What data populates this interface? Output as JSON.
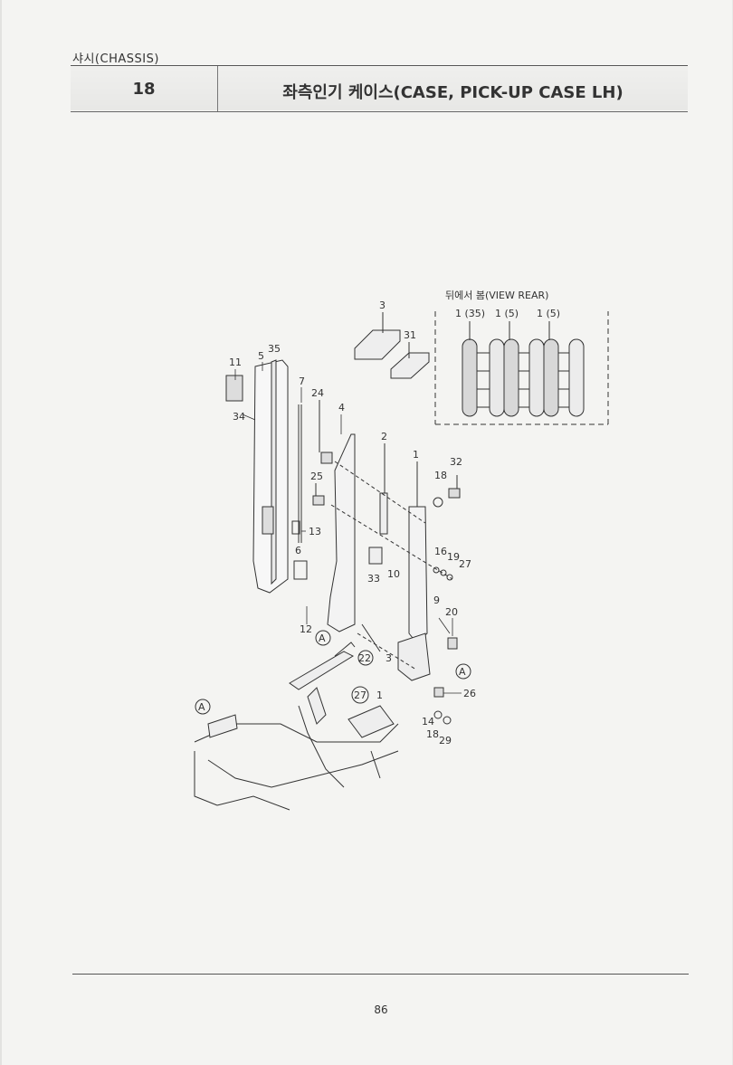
{
  "header": {
    "section_label": "샤시(CHASSIS)",
    "number": "18",
    "title": "좌측인기 케이스(CASE, PICK-UP CASE LH)"
  },
  "diagram": {
    "view_rear_label": "뒤에서 봄(VIEW REAR)",
    "view_rear_parts": [
      "1 (35)",
      "1 (5)",
      "1 (5)"
    ],
    "callouts": [
      "3",
      "31",
      "11",
      "5",
      "35",
      "7",
      "24",
      "4",
      "2",
      "1",
      "32",
      "18",
      "34",
      "25",
      "13",
      "6",
      "16",
      "19",
      "27",
      "33",
      "10",
      "9",
      "20",
      "12",
      "A",
      "22",
      "3",
      "A",
      "26",
      "27",
      "1",
      "A",
      "14",
      "18",
      "29"
    ]
  },
  "footer": {
    "page_number": "86"
  }
}
